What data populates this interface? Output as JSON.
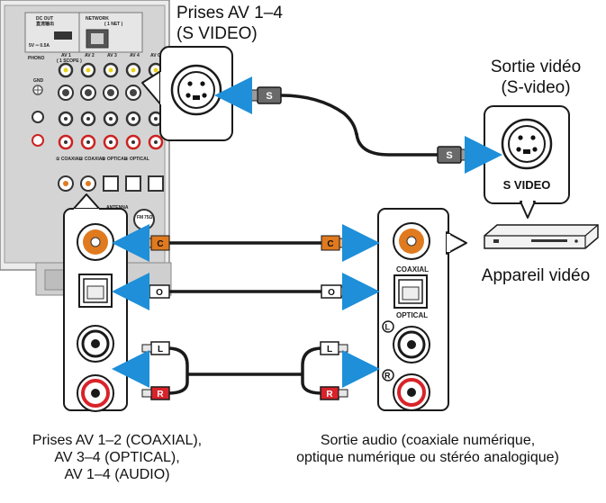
{
  "labels": {
    "av_jacks_svideo_line1": "Prises AV 1–4",
    "av_jacks_svideo_line2": "(S VIDEO)",
    "video_out_line1": "Sortie vidéo",
    "video_out_line2": "(S-video)",
    "svideo_jack": "S VIDEO",
    "video_device": "Appareil vidéo",
    "receiver_jacks_line1": "Prises AV 1–2 (COAXIAL),",
    "receiver_jacks_line2": "AV 3–4 (OPTICAL),",
    "receiver_jacks_line3": "AV 1–4 (AUDIO)",
    "audio_out_line1": "Sortie audio (coaxiale numérique,",
    "audio_out_line2": "optique numérique ou stéréo analogique)",
    "coaxial": "COAXIAL",
    "optical": "OPTICAL",
    "left": "L",
    "right": "R"
  },
  "plugs": {
    "svideo": "S",
    "coaxial": "C",
    "optical": "O",
    "left": "L",
    "right": "R"
  },
  "panel": {
    "dc_out": "DC OUT",
    "dc_out_sub": "直流输出",
    "dc_rating": "5V ═ 0.5A",
    "network": "NETWORK",
    "network_sub": "( 1 NET )",
    "phono": "PHONO",
    "gnd": "GND",
    "av1": "AV 1",
    "av1_sub": "( 1 SCOPE )",
    "av2": "AV 2",
    "av3": "AV 3",
    "av4": "AV 4",
    "av5": "AV O",
    "coaxial1": "① COAXIAL",
    "coaxial2": "② COAXIAL",
    "optical3": "③ OPTICAL",
    "optical4": "④ OPTICAL",
    "antenna": "ANTENNA",
    "fm": "FM",
    "fm_ohm": "75Ω"
  },
  "colors": {
    "arrow": "#1e8fd8",
    "coaxial_orange": "#e07a1f",
    "right_red": "#d8232a",
    "cable": "#1a1a1a",
    "receiver_panel": "#d9d9d9"
  }
}
